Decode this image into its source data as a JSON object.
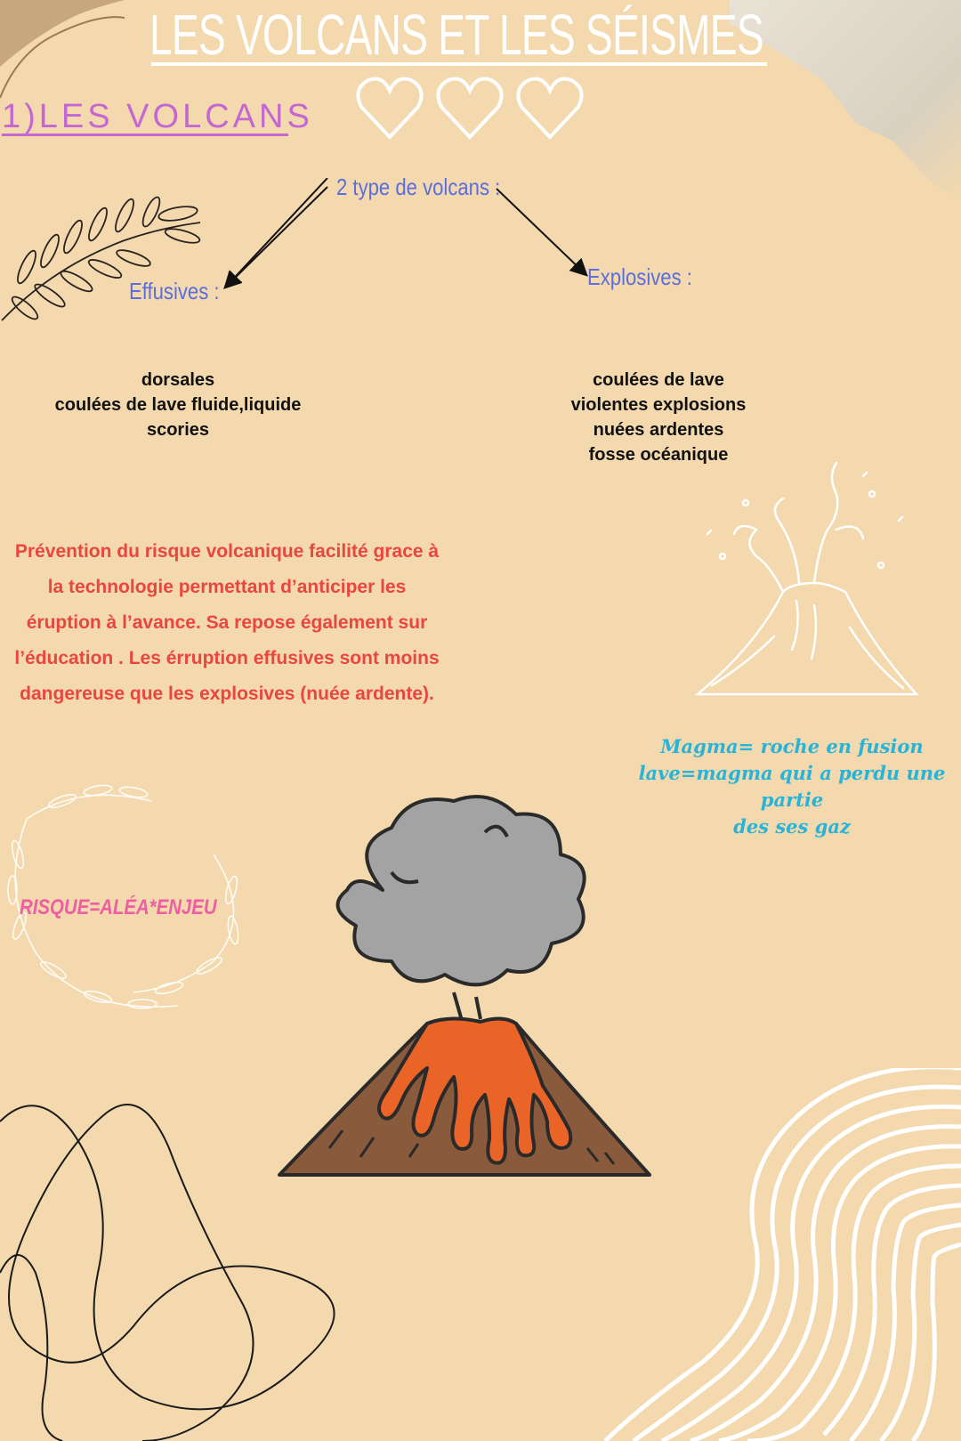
{
  "title": "LES VOLCANS ET LES SÉISMES",
  "section": "1)LES VOLCANS",
  "diagram": {
    "root": "2 type de volcans :",
    "left_label": "Effusives :",
    "right_label": "Explosives :"
  },
  "effusives_items": [
    "dorsales",
    "coulées de lave fluide,liquide",
    "scories"
  ],
  "explosives_items": [
    "coulées de lave",
    "violentes explosions",
    "nuées ardentes",
    "fosse océanique"
  ],
  "prevention_lines": [
    "Prévention du risque volcanique facilité grace à",
    "la technologie permettant d’anticiper les",
    "éruption à l’avance. Sa repose également sur",
    "l’éducation . Les érruption effusives sont moins",
    "dangereuse que les explosives (nuée ardente)."
  ],
  "magma_lines": [
    "Magma= roche en fusion",
    "lave=magma qui a perdu une partie",
    "des ses gaz"
  ],
  "risque": "RISQUE=ALÉA*ENJEU",
  "colors": {
    "background": "#f3d9ad",
    "section": "#c467d2",
    "diagram_blue": "#5b6ee0",
    "prevention_red": "#e8463f",
    "magma_cyan": "#28b4d8",
    "risque_pink": "#ee5fa2",
    "lava": "#ea6428",
    "mountain": "#8a5a3c",
    "smoke": "#a3a3a3"
  },
  "icons": [
    "heart-outline-icon",
    "fern-branch-icon",
    "volcano-sketch-icon",
    "volcano-illustration",
    "laurel-wreath-icon",
    "wave-lines-decoration",
    "scribble-decoration"
  ]
}
